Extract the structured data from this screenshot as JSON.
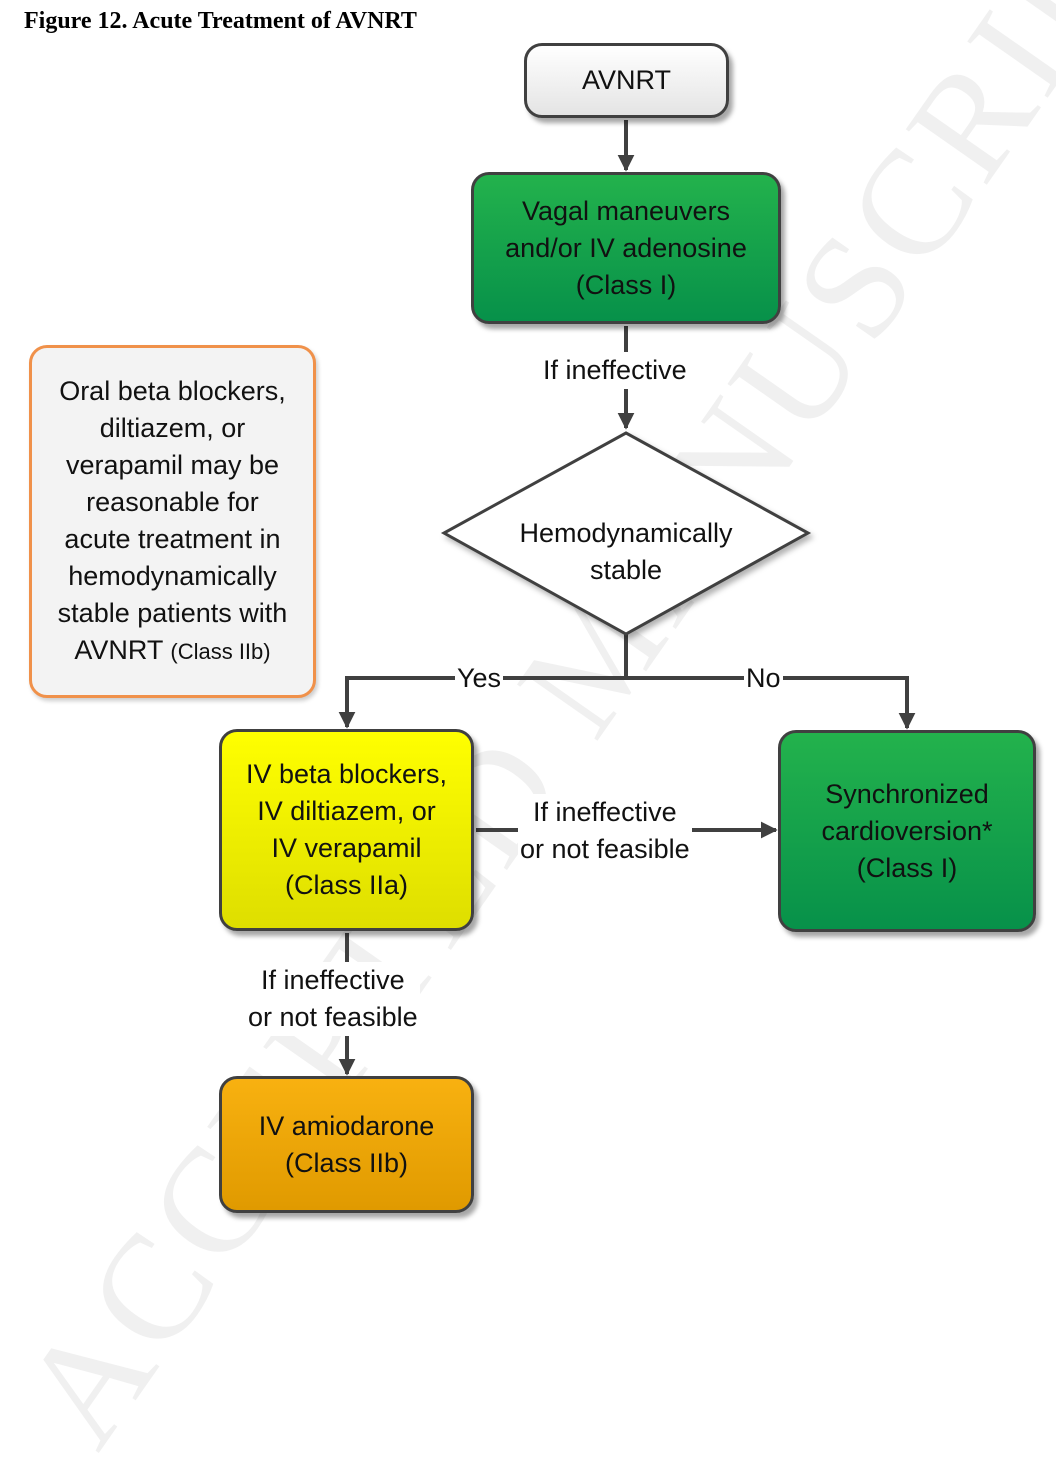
{
  "figure_title": "Figure 12. Acute Treatment of AVNRT",
  "watermark": "ACCEPTED MANUSCRIPT",
  "nodes": {
    "start": "AVNRT",
    "vagal": "Vagal maneuvers\nand/or IV adenosine\n(Class I)",
    "decision": "Hemodynamically\nstable",
    "iv_drugs": "IV beta blockers,\nIV diltiazem, or\nIV verapamil\n(Class IIa)",
    "cardioversion": "Synchronized\ncardioversion*\n(Class I)",
    "amiodarone": "IV amiodarone\n(Class IIb)",
    "note_main": "Oral beta blockers,\ndiltiazem, or\nverapamil may be\nreasonable for\nacute treatment in\nhemodynamically\nstable patients with\nAVNRT ",
    "note_class": "(Class IIb)"
  },
  "edge_labels": {
    "vagal_to_decision": "If ineffective",
    "yes": "Yes",
    "no": "No",
    "iv_to_cardioversion": "If ineffective\nor not feasible",
    "iv_to_amiodarone": "If ineffective\nor not feasible"
  },
  "colors": {
    "green": "#0aa04a",
    "yellow": "#ffff00",
    "orange": "#f0a500",
    "note_border": "#f0914a",
    "line": "#404040"
  }
}
